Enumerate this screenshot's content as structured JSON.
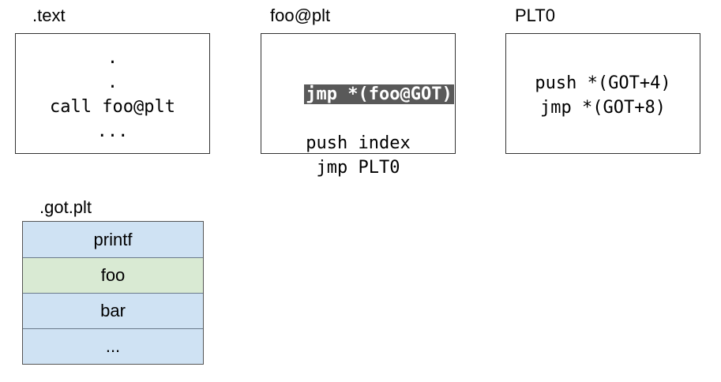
{
  "text_section": {
    "label": ".text",
    "lines": [
      ".",
      ".",
      "call foo@plt",
      "..."
    ]
  },
  "plt_entry": {
    "label": "foo@plt",
    "lines": [
      "jmp *(foo@GOT)",
      "push index",
      "jmp PLT0"
    ],
    "highlighted_line_index": 0
  },
  "plt0": {
    "label": "PLT0",
    "lines": [
      "push *(GOT+4)",
      "jmp *(GOT+8)"
    ]
  },
  "got_plt": {
    "label": ".got.plt",
    "rows": [
      {
        "name": "printf",
        "color": "#cfe2f3"
      },
      {
        "name": "foo",
        "color": "#d9ead3"
      },
      {
        "name": "bar",
        "color": "#cfe2f3"
      },
      {
        "name": "...",
        "color": "#cfe2f3"
      }
    ]
  },
  "colors": {
    "highlight_bg": "#595959",
    "highlight_fg": "#ffffff",
    "blue_cell": "#cfe2f3",
    "green_cell": "#d9ead3"
  }
}
